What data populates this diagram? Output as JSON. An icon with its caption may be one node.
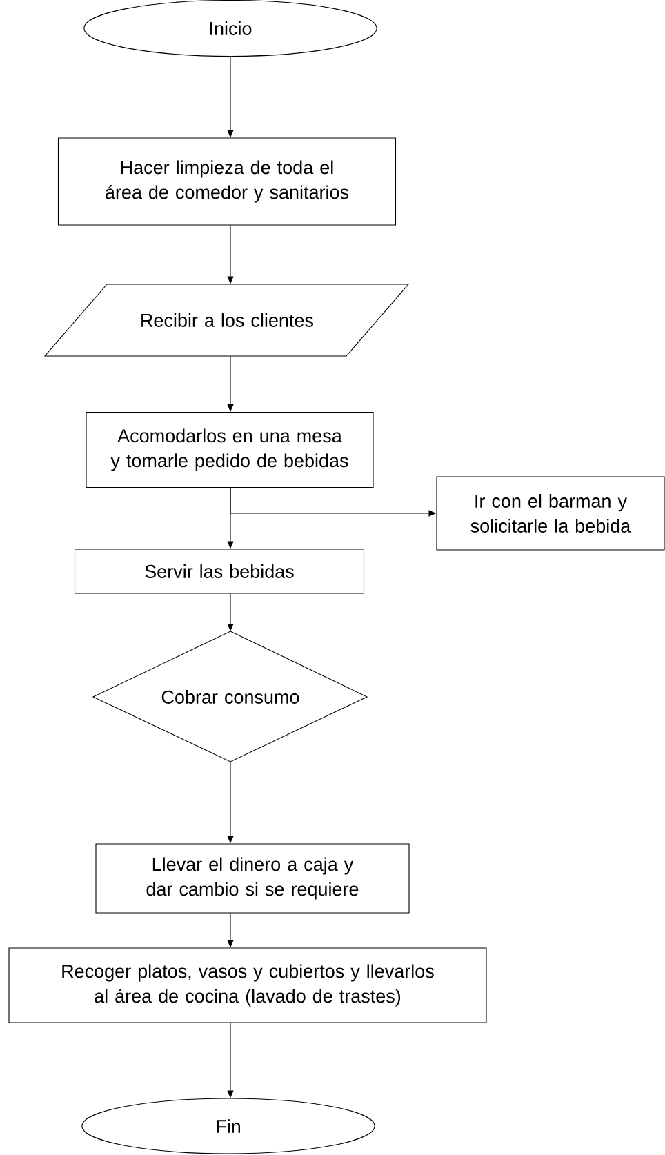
{
  "diagram": {
    "nodes": [
      {
        "text": [
          "Inicio"
        ]
      },
      {
        "text": [
          "Hacer limpieza de toda el área de comedor y sanitarios"
        ]
      },
      {
        "text": [
          "Recibir a los clientes"
        ]
      },
      {
        "text": [
          "Acomodarlos en una mesa y tomarle pedido de bebidas"
        ]
      },
      {
        "text": [
          "Ir con el barman y solicitarle la bebida"
        ]
      },
      {
        "text": [
          "Servir las bebidas"
        ]
      },
      {
        "text": [
          "Cobrar consumo"
        ]
      },
      {
        "text": [
          "Llevar el dinero a caja y dar cambio si se requiere"
        ]
      },
      {
        "text": [
          "Recoger platos, vasos y cubiertos y llevarlos al área de cocina (lavado de trastes)"
        ]
      },
      {
        "text": [
          "Fin"
        ]
      }
    ],
    "edges": [
      {
        "from": 0,
        "to": 1,
        "arrow": "to"
      },
      {
        "from": 1,
        "to": 2,
        "arrow": "to"
      },
      {
        "from": 2,
        "to": 3,
        "arrow": "to"
      },
      {
        "from": 3,
        "to": 4,
        "arrow": "to"
      },
      {
        "from": 3,
        "to": 5,
        "arrow": "to"
      },
      {
        "from": 5,
        "to": 6,
        "arrow": "to"
      },
      {
        "from": 6,
        "to": 7,
        "arrow": "to"
      },
      {
        "from": 7,
        "to": 8,
        "arrow": "to"
      },
      {
        "from": 8,
        "to": 9,
        "arrow": "to"
      }
    ]
  }
}
